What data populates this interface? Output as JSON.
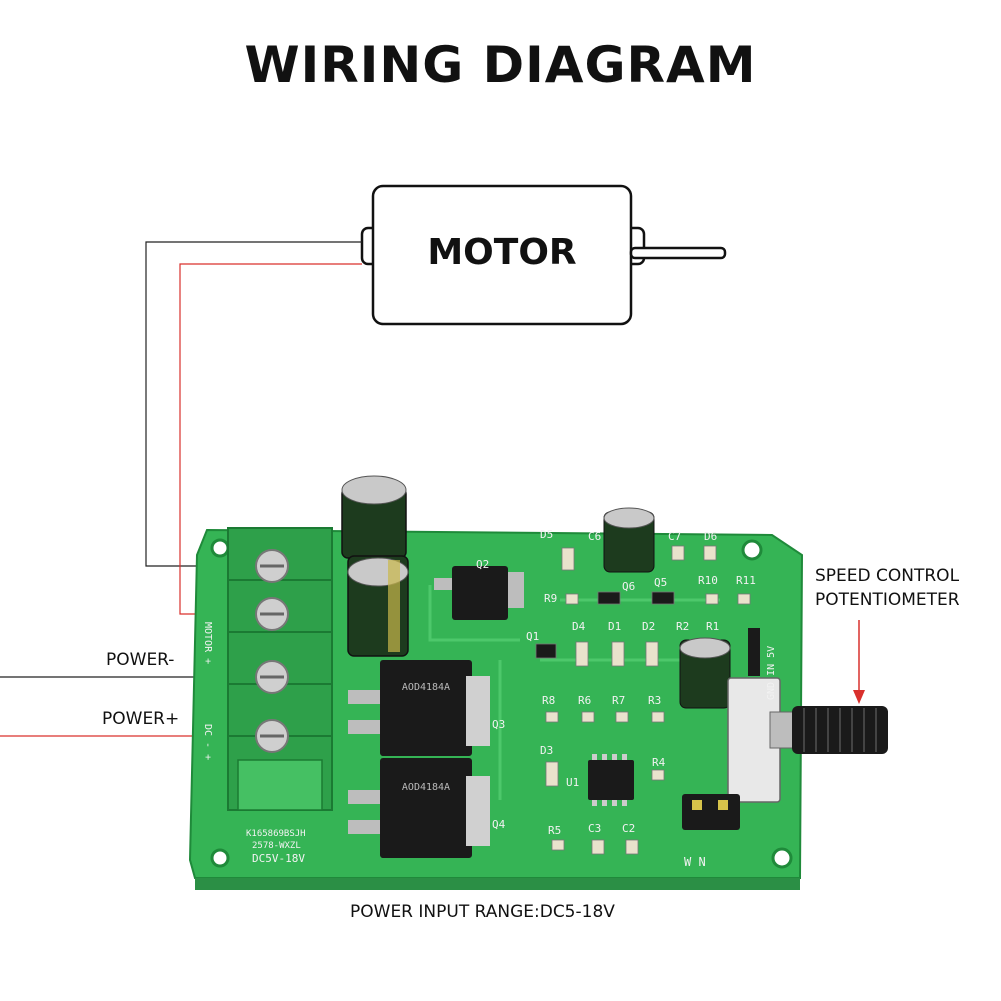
{
  "title": "WIRING DIAGRAM",
  "motor_label": "MOTOR",
  "labels": {
    "speed_control_line1": "SPEED CONTROL",
    "speed_control_line2": "POTENTIOMETER",
    "power_minus": "POWER-",
    "power_plus": "POWER+",
    "power_range": "POWER INPUT RANGE:DC5-18V"
  },
  "board": {
    "terminal_label_motor": "MOTOR +",
    "terminal_label_dc": "DC  -  +",
    "silk_line1": "K165869BSJH",
    "silk_line2": "2578-WXZL",
    "silk_line3": "DC5V-18V",
    "pot_labels": "GND  IN  5V",
    "jumper_labels": "W    N",
    "components": {
      "d5": "D5",
      "c6": "C6",
      "c7": "C7",
      "d6": "D6",
      "q2": "Q2",
      "q6": "Q6",
      "q5": "Q5",
      "r10": "R10",
      "r11": "R11",
      "r9": "R9",
      "d4": "D4",
      "d1": "D1",
      "d2": "D2",
      "r2": "R2",
      "r1": "R1",
      "q1": "Q1",
      "r8": "R8",
      "r6": "R6",
      "r7": "R7",
      "r3": "R3",
      "q3": "Q3",
      "q4": "Q4",
      "d3": "D3",
      "u1": "U1",
      "r4": "R4",
      "r5": "R5",
      "c3": "C3",
      "c2": "C2"
    },
    "mosfet_text": "AOD4184A"
  },
  "colors": {
    "pcb": "#3fbf5f",
    "wire_black": "#222222",
    "wire_red": "#d9302c",
    "terminal": "#2ea04a"
  }
}
